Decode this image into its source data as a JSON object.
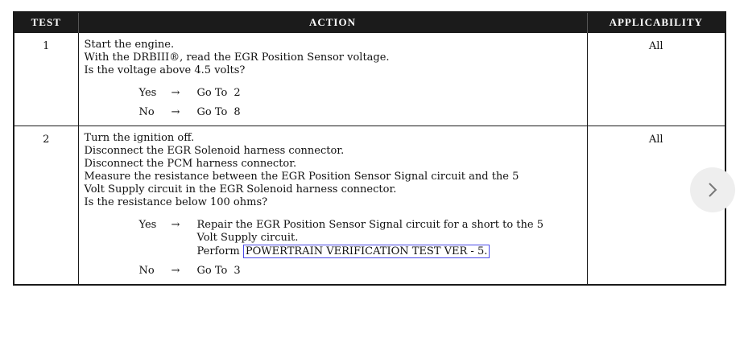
{
  "table": {
    "headers": {
      "test": "TEST",
      "action": "ACTION",
      "applicability": "APPLICABILITY"
    },
    "rows": [
      {
        "test": "1",
        "lines": [
          "Start the engine.",
          "With the DRBIII®, read the EGR Position Sensor voltage.",
          "Is the voltage above 4.5 volts?"
        ],
        "yes_label": "Yes",
        "arrow": "→",
        "yes_goto": "Go To",
        "yes_target": "2",
        "no_label": "No",
        "no_goto": "Go To",
        "no_target": "8",
        "applicability": "All"
      },
      {
        "test": "2",
        "lines": [
          "Turn the ignition off.",
          "Disconnect the EGR Solenoid harness connector.",
          "Disconnect the PCM harness connector.",
          "Measure the resistance between the EGR Position Sensor Signal circuit and the 5",
          "Volt Supply circuit in the EGR Solenoid harness connector.",
          "Is the resistance below 100 ohms?"
        ],
        "yes_label": "Yes",
        "arrow": "→",
        "yes_lines": [
          "Repair the EGR Position Sensor Signal circuit for a short to the 5",
          "Volt Supply circuit."
        ],
        "yes_perform": "Perform",
        "yes_link": "POWERTRAIN VERIFICATION TEST VER - 5.",
        "no_label": "No",
        "no_goto": "Go To",
        "no_target": "3",
        "applicability": "All"
      }
    ]
  },
  "nav": {
    "icon": "chevron-right-icon"
  }
}
